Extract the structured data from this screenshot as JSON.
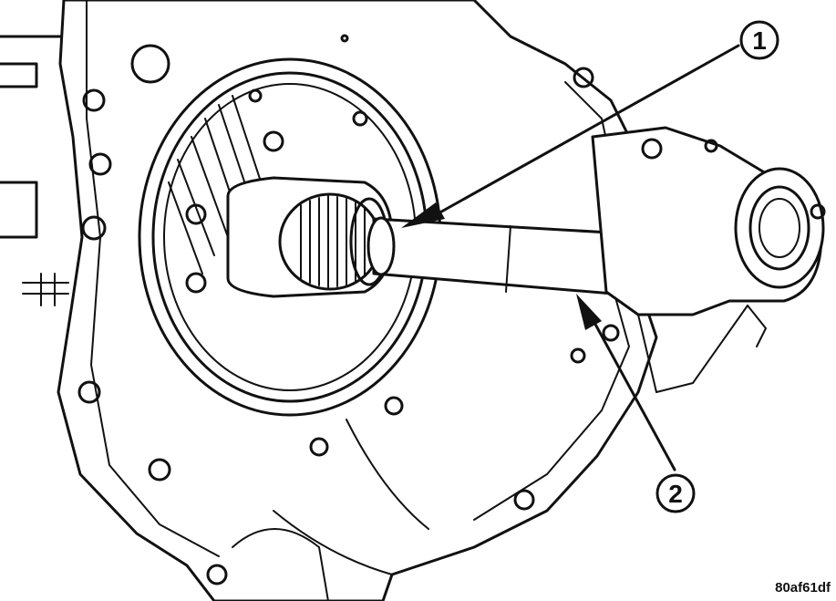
{
  "callouts": [
    {
      "id": "1",
      "label": "1"
    },
    {
      "id": "2",
      "label": "2"
    }
  ],
  "figure_code": "80af61df",
  "colors": {
    "ink": "#111111",
    "paper": "#ffffff"
  }
}
